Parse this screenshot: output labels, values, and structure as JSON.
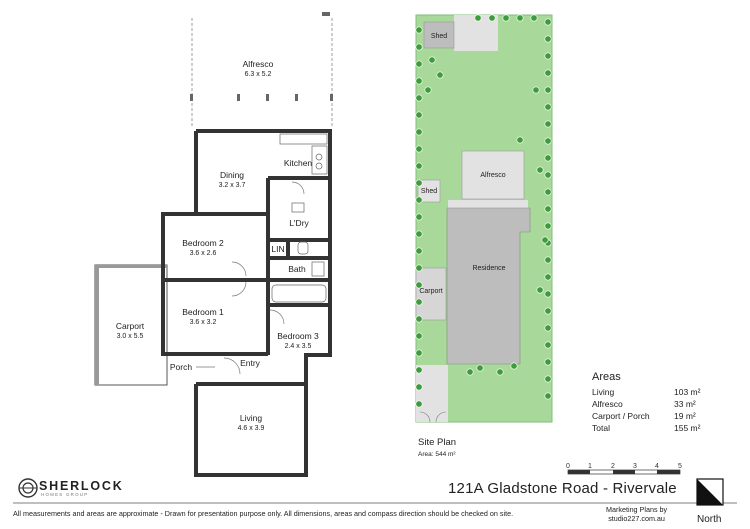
{
  "floor_plan": {
    "rooms": [
      {
        "id": "alfresco",
        "name": "Alfresco",
        "dims": "6.3 x 5.2"
      },
      {
        "id": "dining",
        "name": "Dining",
        "dims": "3.2 x 3.7"
      },
      {
        "id": "kitchen",
        "name": "Kitchen",
        "dims": ""
      },
      {
        "id": "laundry",
        "name": "L'Dry",
        "dims": ""
      },
      {
        "id": "linen",
        "name": "LIN",
        "dims": ""
      },
      {
        "id": "bath",
        "name": "Bath",
        "dims": ""
      },
      {
        "id": "bedroom2",
        "name": "Bedroom 2",
        "dims": "3.6 x 2.6"
      },
      {
        "id": "bedroom1",
        "name": "Bedroom 1",
        "dims": "3.6 x 3.2"
      },
      {
        "id": "bedroom3",
        "name": "Bedroom 3",
        "dims": "2.4 x 3.5"
      },
      {
        "id": "carport",
        "name": "Carport",
        "dims": "3.0 x 5.5"
      },
      {
        "id": "porch",
        "name": "Porch",
        "dims": ""
      },
      {
        "id": "entry",
        "name": "Entry",
        "dims": ""
      },
      {
        "id": "living",
        "name": "Living",
        "dims": "4.6 x 3.9"
      }
    ]
  },
  "site_plan": {
    "title": "Site Plan",
    "area": "Area: 544 m²",
    "labels": {
      "shed_top": "Shed",
      "shed_side": "Shed",
      "alfresco": "Alfresco",
      "residence": "Residence",
      "carport": "Carport"
    }
  },
  "areas": {
    "title": "Areas",
    "rows": [
      {
        "label": "Living",
        "value": "103 m²"
      },
      {
        "label": "Alfresco",
        "value": "33 m²"
      },
      {
        "label": "Carport / Porch",
        "value": "19 m²"
      },
      {
        "label": "Total",
        "value": "155 m²"
      }
    ]
  },
  "scale": {
    "ticks": [
      "0",
      "1",
      "2",
      "3",
      "4",
      "5"
    ]
  },
  "address": "121A Gladstone Road - Rivervale",
  "north_label": "North",
  "logo": {
    "name": "SHERLOCK",
    "sub": "HOMES GROUP"
  },
  "disclaimer": "All measurements and areas are approximate - Drawn for presentation purpose only. All dimensions, areas and compass direction should be checked on site.",
  "credits": {
    "line1": "Marketing Plans by",
    "line2": "studio227.com.au"
  },
  "colors": {
    "lawn": "#a8d99a",
    "lawn_border": "#7fbf7a",
    "building": "#bdbdbd",
    "paving": "#e2e2e2",
    "tree": "#3f9c3b"
  }
}
